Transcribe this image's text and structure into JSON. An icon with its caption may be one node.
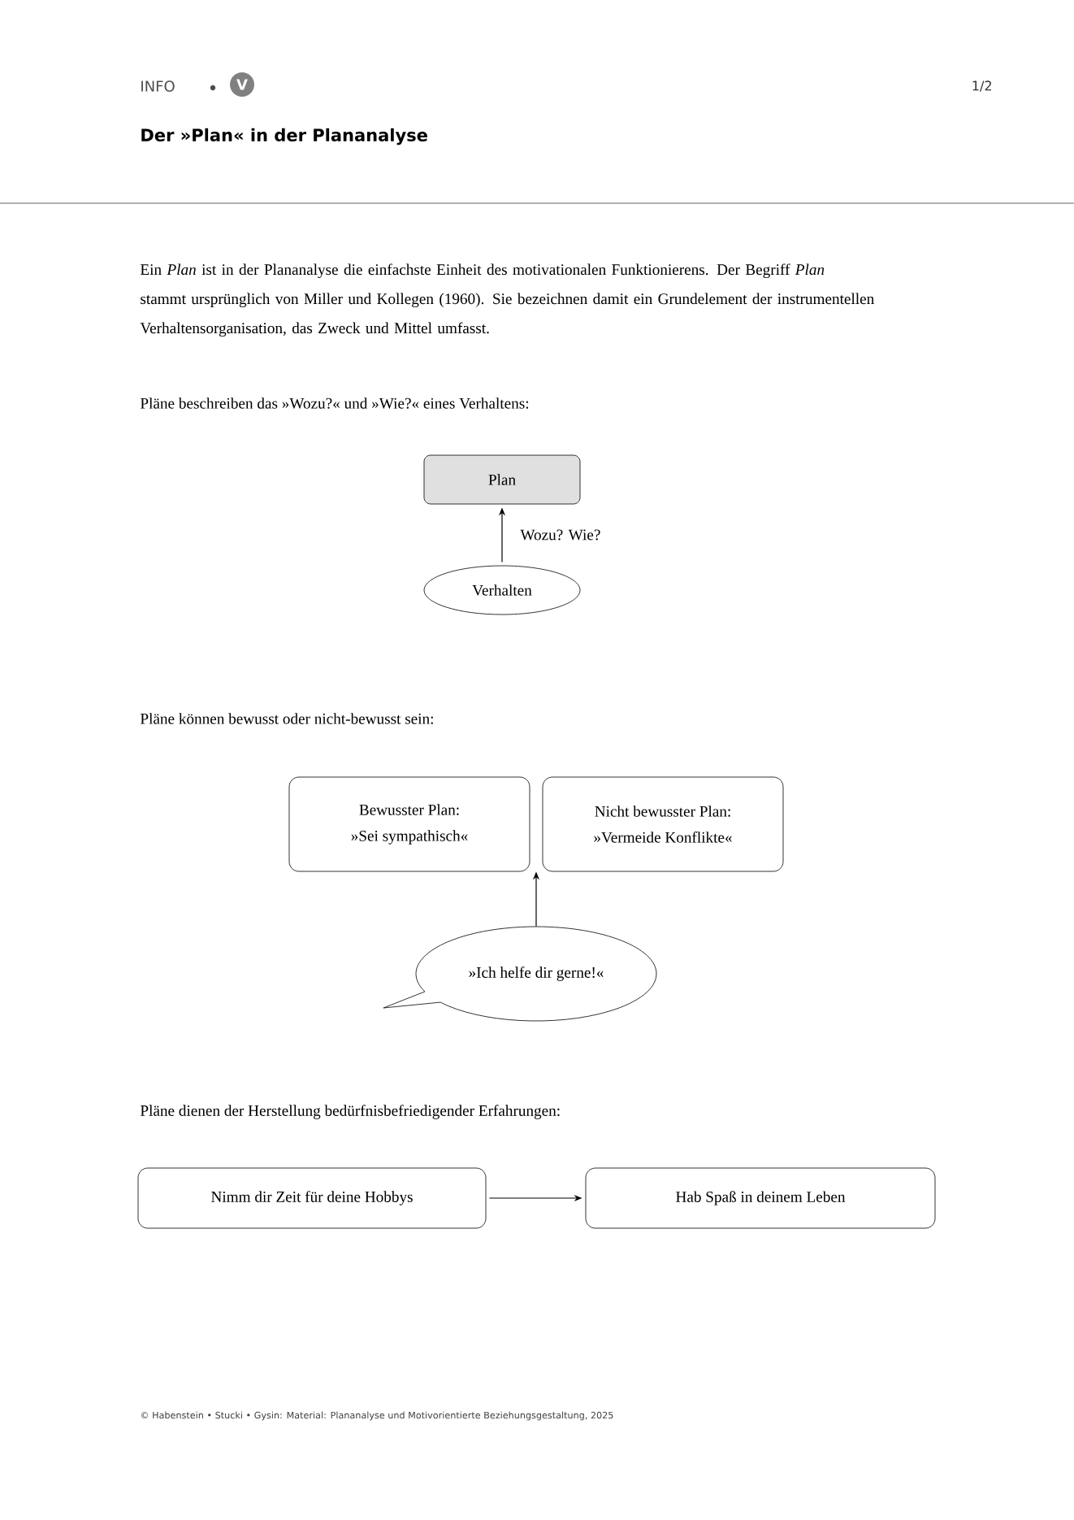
{
  "diagram": {
    "title": "Der »Plan« in der Plananalyse",
    "nodes": [
      {
        "text": [
          "Plan"
        ]
      },
      {
        "text": [
          "Verhalten"
        ]
      },
      {
        "text": [
          "Bewusster Plan:",
          "»Sei sympathisch«"
        ]
      },
      {
        "text": [
          "Nicht bewusster Plan:",
          "»Vermeide Konflikte«"
        ]
      },
      {
        "text": [
          "»Ich helfe dir gerne!«"
        ]
      },
      {
        "text": [
          "Nimm dir Zeit für deine Hobbys"
        ]
      },
      {
        "text": [
          "Hab Spaß in deinem Leben"
        ]
      }
    ],
    "edges": [
      {
        "from": 1,
        "to": 0,
        "arrow": "to",
        "label": "Wozu? Wie?"
      },
      {
        "from": 4,
        "to": 2,
        "arrow": "to"
      },
      {
        "from": 4,
        "to": 3,
        "arrow": "to"
      },
      {
        "from": 5,
        "to": 6,
        "arrow": "to"
      }
    ],
    "labels": [
      "INFO",
      "V",
      "1/2",
      "Ein *Plan* ist in der Plananalyse die einfachste Einheit des motivationalen Funktionierens. Der Begriff *Plan* stammt ursprünglich von Miller und Kollegen (1960). Sie bezeichnen damit ein Grundelement der instrumentellen Verhaltensorganisation, das Zweck und Mittel umfasst.",
      "Pläne beschreiben das »Wozu?« und »Wie?« eines Verhaltens:",
      "Pläne können bewusst oder nicht-bewusst sein:",
      "Pläne dienen der Herstellung bedürfnisbefriedigender Erfahrungen:",
      "© Habenstein • Stucki • Gysin: Material: Plananalyse und Motivorientierte Beziehungsgestaltung, 2025"
    ]
  }
}
